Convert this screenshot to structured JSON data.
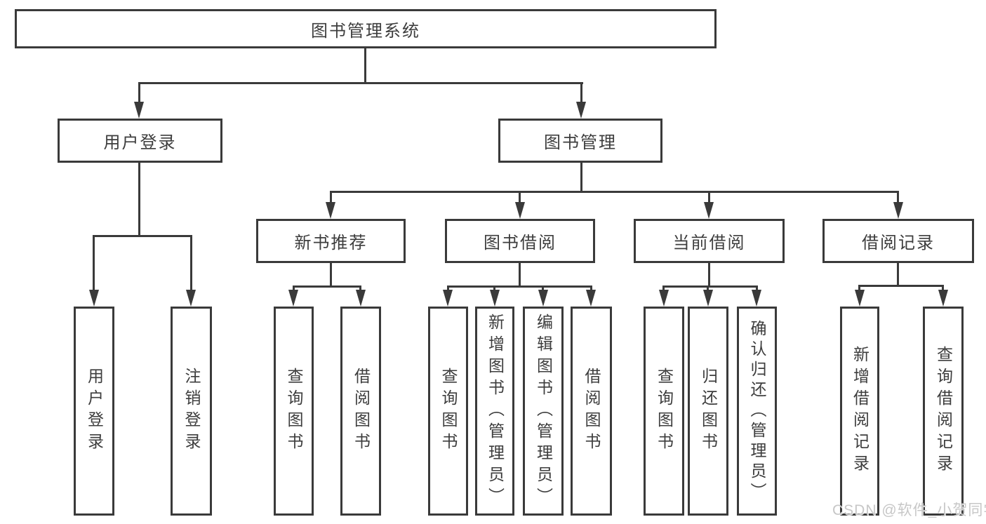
{
  "diagram": {
    "root": {
      "label": "图书管理系统"
    },
    "level2": [
      {
        "label": "用户登录"
      },
      {
        "label": "图书管理"
      }
    ],
    "level3": [
      {
        "label": "新书推荐"
      },
      {
        "label": "图书借阅"
      },
      {
        "label": "当前借阅"
      },
      {
        "label": "借阅记录"
      }
    ],
    "leaves": {
      "user_login": [
        "用户登录",
        "注销登录"
      ],
      "new_book": [
        "查询图书",
        "借阅图书"
      ],
      "book_borrow": [
        "查询图书",
        "新增图书（管理员）",
        "编辑图书（管理员）",
        "借阅图书"
      ],
      "current_borrow": [
        "查询图书",
        "归还图书",
        "确认归还（管理员）"
      ],
      "borrow_record": [
        "新增借阅记录",
        "查询借阅记录"
      ]
    }
  },
  "watermark": "CSDN @软件_小贺同学",
  "colors": {
    "line": "#3a3a3a",
    "text": "#3d3d3d",
    "watermark": "#c7c7c7",
    "background": "#ffffff"
  }
}
